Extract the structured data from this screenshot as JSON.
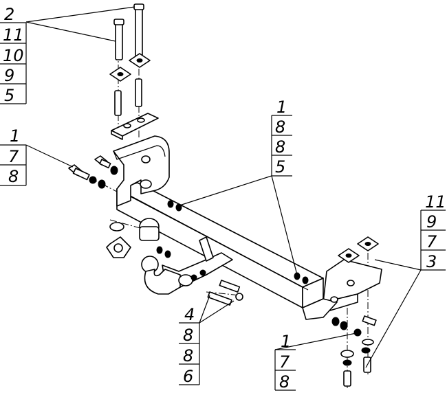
{
  "callouts": {
    "top_left": [
      "2",
      "11",
      "10",
      "9",
      "5"
    ],
    "mid_left": [
      "1",
      "7",
      "8"
    ],
    "top_center": [
      "1",
      "8",
      "8",
      "5"
    ],
    "right": [
      "11",
      "9",
      "7",
      "3"
    ],
    "bottom_center": [
      "4",
      "8",
      "8",
      "6"
    ],
    "bottom_right": [
      "1",
      "7",
      "8"
    ]
  }
}
